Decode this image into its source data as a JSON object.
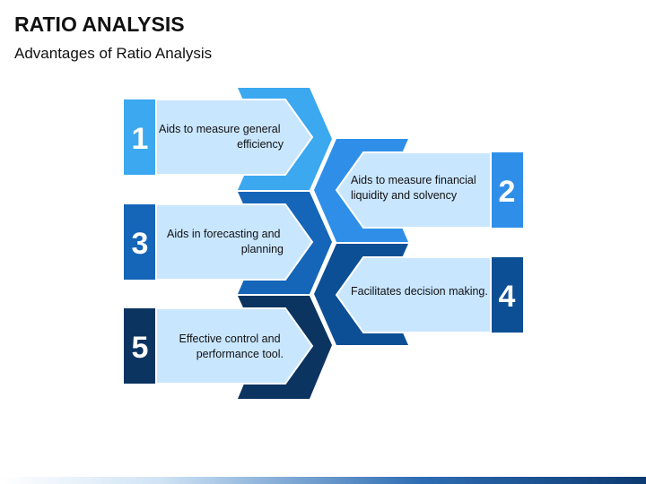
{
  "title": "RATIO ANALYSIS",
  "subtitle": "Advantages of Ratio Analysis",
  "steps": [
    {
      "number": "1",
      "lines": [
        "Aids to measure general",
        "efficiency"
      ],
      "color": "#3BA8F0"
    },
    {
      "number": "2",
      "lines": [
        "Aids to measure financial",
        "liquidity and solvency"
      ],
      "color": "#2F8FE8"
    },
    {
      "number": "3",
      "lines": [
        "Aids in forecasting and",
        "planning"
      ],
      "color": "#1565B8"
    },
    {
      "number": "4",
      "lines": [
        "Facilitates decision making."
      ],
      "color": "#0D4F94"
    },
    {
      "number": "5",
      "lines": [
        "Effective control and",
        "performance tool."
      ],
      "color": "#0B3461"
    }
  ],
  "colors": {
    "panel_fill": "#C9E6FF",
    "accent_light": "#3BA8F0",
    "accent_dark": "#0B3461"
  }
}
